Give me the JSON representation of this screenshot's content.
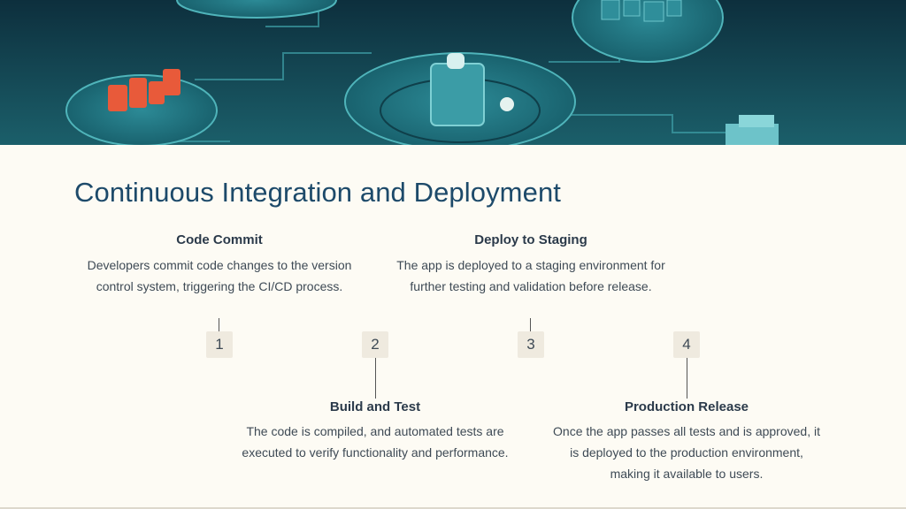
{
  "title": "Continuous Integration and Deployment",
  "steps": [
    {
      "number": "1",
      "title": "Code Commit",
      "description": "Developers commit code changes to the version control system, triggering the CI/CD process."
    },
    {
      "number": "2",
      "title": "Build and Test",
      "description": "The code is compiled, and automated tests are executed to verify functionality and performance."
    },
    {
      "number": "3",
      "title": "Deploy to Staging",
      "description": "The app is deployed to a staging environment for further testing and validation before release."
    },
    {
      "number": "4",
      "title": "Production Release",
      "description": "Once the app passes all tests and is approved, it is deployed to the production environment, making it available to users."
    }
  ],
  "colors": {
    "title": "#1d4a6a",
    "background": "#fdfbf4",
    "badge": "#efeadf",
    "hero_teal": "#1f6a74",
    "hero_accent": "#e85a3a"
  }
}
